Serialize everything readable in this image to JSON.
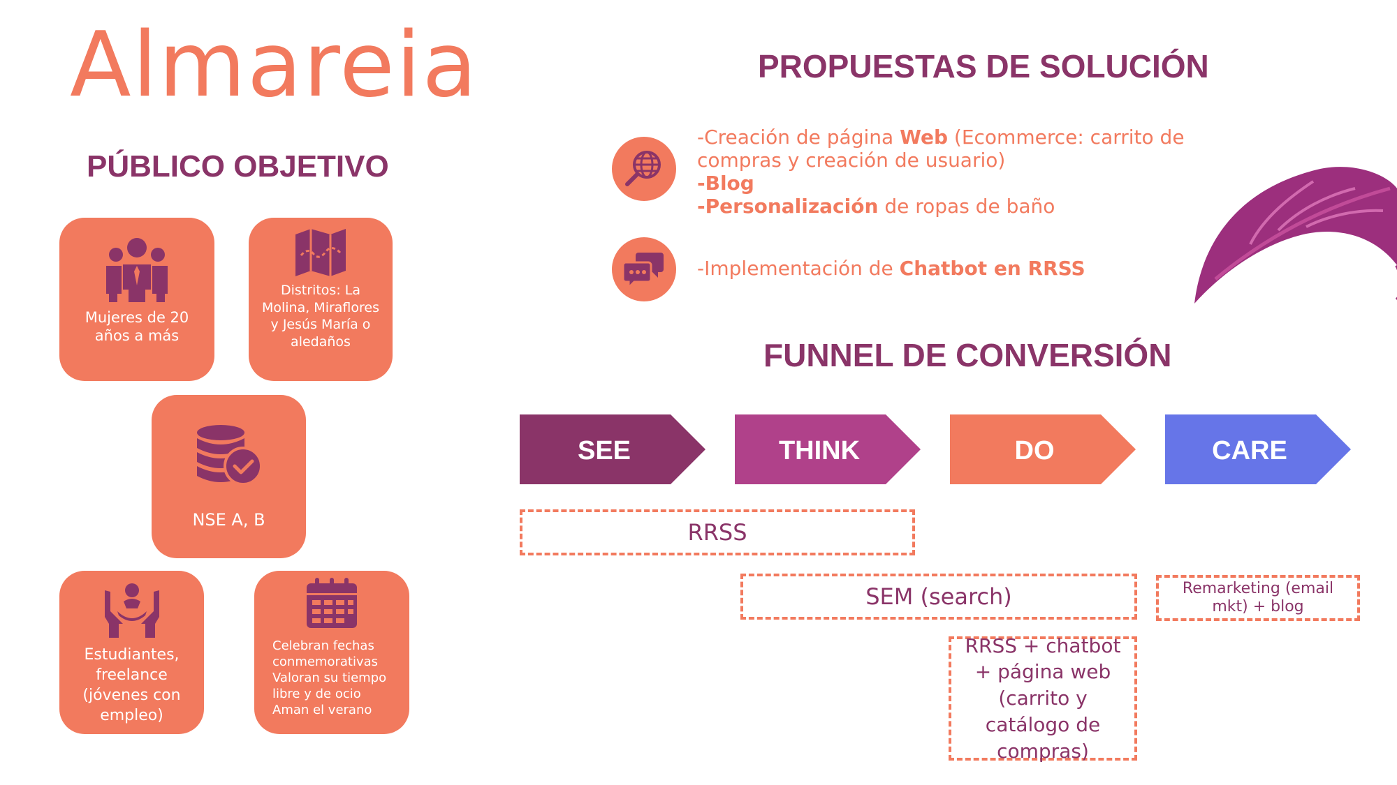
{
  "logo": "Almareia",
  "publico": {
    "title": "PÚBLICO OBJETIVO",
    "cards": [
      {
        "label": "Mujeres de 20 años a más",
        "icon": "group-icon"
      },
      {
        "label": "Distritos: La Molina, Miraflores y Jesús María o aledaños",
        "icon": "map-icon"
      },
      {
        "label": "NSE A, B",
        "icon": "database-check-icon"
      },
      {
        "label": "Estudiantes, freelance (jóvenes con empleo)",
        "icon": "hands-person-icon"
      },
      {
        "label": "Celebran fechas conmemorativas Valoran su tiempo libre y de ocio Aman el verano",
        "icon": "calendar-icon"
      }
    ]
  },
  "propuestas": {
    "title": "PROPUESTAS DE SOLUCIÓN",
    "item1": {
      "icon": "web-search-icon",
      "l1a": "-Creación de página ",
      "l1b": "Web",
      "l1c": " (Ecommerce: carrito de compras y creación de usuario)",
      "l2": "-Blog",
      "l3a": "-Personalización",
      "l3b": " de ropas de baño"
    },
    "item2": {
      "icon": "chat-bubbles-icon",
      "a": "-Implementación de ",
      "b": "Chatbot en RRSS"
    }
  },
  "funnel": {
    "title": "FUNNEL DE CONVERSIÓN",
    "stages": [
      {
        "label": "SEE",
        "color": "#8a3468"
      },
      {
        "label": "THINK",
        "color": "#b0418a"
      },
      {
        "label": "DO",
        "color": "#f27a5e"
      },
      {
        "label": "CARE",
        "color": "#6675e8"
      }
    ],
    "channels": {
      "rrss": "RRSS",
      "sem": "SEM (search)",
      "remarketing": "Remarketing (email mkt) + blog",
      "rrss_chatbot": "RRSS + chatbot + página web (carrito y catálogo de compras)"
    }
  },
  "colors": {
    "accent": "#f27a5e",
    "purple": "#8a3468",
    "magenta": "#b0418a",
    "blue": "#6675e8"
  }
}
